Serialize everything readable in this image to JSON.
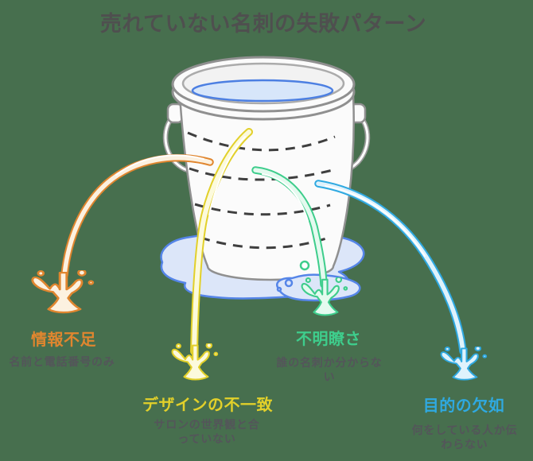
{
  "background_color": "#476F4E",
  "title": {
    "text": "売れていない名刺の失敗パターン",
    "color": "#4F4F4F"
  },
  "description_color": "#54555A",
  "bucket": {
    "body_fill": "#FBFBFB",
    "outline": "#909090",
    "water_fill": "#D7E6FA",
    "water_outline": "#4C7FE2",
    "puddle_fill": "#DCE6F9",
    "puddle_outline": "#5585E8",
    "dash_color": "#3F3F3F",
    "highlight": "#FFFFFF"
  },
  "leaks": [
    {
      "id": "insufficient-info",
      "label": "情報不足",
      "description": "名前と電話番号のみ",
      "color": "#E0862F",
      "fill": "#FCF1E0"
    },
    {
      "id": "design-mismatch",
      "label": "デザインの不一致",
      "description": "サロンの世界観と合っていない",
      "color": "#E2D02A",
      "fill": "#FCFADC"
    },
    {
      "id": "unclear",
      "label": "不明瞭さ",
      "description": "誰の名刺か分からない",
      "color": "#3ECD8C",
      "fill": "#E4FAEF"
    },
    {
      "id": "lack-of-purpose",
      "label": "目的の欠如",
      "description": "何をしている人か伝わらない",
      "color": "#2FA9E1",
      "fill": "#DFF2FC"
    }
  ]
}
